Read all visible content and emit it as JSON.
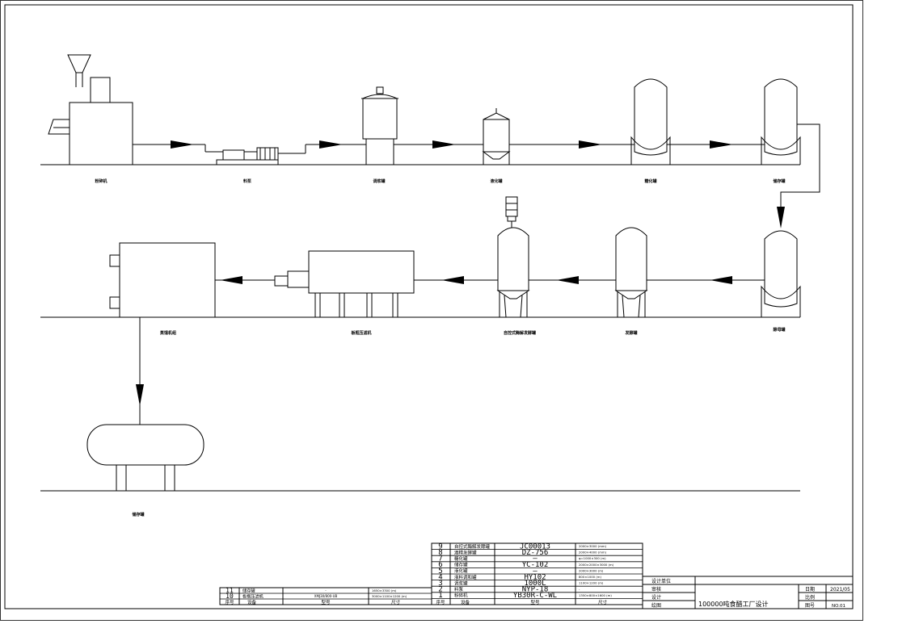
{
  "labels": {
    "crusher": "粉碎机",
    "pump": "料泵",
    "mixing_tank": "调浆罐",
    "liquefaction_tank": "液化罐",
    "saccharification_tank": "糖化罐",
    "storage_tank_1": "储存罐",
    "yeast_tank": "酵母罐",
    "fermentation_tank": "发酵罐",
    "auto_fermenter": "自控式酶解发酵罐",
    "filter_press": "板框压滤机",
    "distillation": "蒸馏机组",
    "final_tank": "储存罐"
  },
  "parts_list_right": {
    "rows": [
      {
        "no": "9",
        "name": "自控式酶解发酵罐",
        "model": "JC00013",
        "size": "2000×3000 (mm)"
      },
      {
        "no": "8",
        "name": "酒精发酵罐",
        "model": "DZ-756",
        "size": "2000×4000 (mm)"
      },
      {
        "no": "7",
        "name": "糖化罐",
        "model": "—",
        "size": "φ=1000×300 (m)"
      },
      {
        "no": "6",
        "name": "储存罐",
        "model": "YC-102",
        "size": "2000×2000×3000 (m)"
      },
      {
        "no": "5",
        "name": "液化罐",
        "model": "—",
        "size": "2000×3000 (m)"
      },
      {
        "no": "4",
        "name": "液料调和罐",
        "model": "HY102",
        "size": "800×1000 (m)"
      },
      {
        "no": "3",
        "name": "调浆罐",
        "model": "1000L",
        "size": "1100×1200 (m)"
      },
      {
        "no": "2",
        "name": "料泵",
        "model": "NYP-18",
        "size": "-"
      },
      {
        "no": "1",
        "name": "粉碎机",
        "model": "YB30R-C-WL",
        "size": "1350×800×1600 (m)"
      }
    ],
    "header": {
      "no": "序号",
      "name": "设备",
      "model": "型号",
      "size": "尺寸"
    }
  },
  "parts_list_left": {
    "rows": [
      {
        "no": "11",
        "name": "储存罐",
        "model": "-",
        "size": "1650×3300 (m)"
      },
      {
        "no": "10",
        "name": "板框压滤机",
        "model": "XMJ30/800-UB",
        "size": "3000×1100×1200 (m)"
      }
    ],
    "header": {
      "no": "序号",
      "name": "设备",
      "model": "型号",
      "size": "尺寸"
    }
  },
  "title_block": {
    "design_unit": "设计单位",
    "checked": "审核",
    "design": "设计",
    "drawing": "绘图",
    "project_title": "100000吨食醋工厂设计",
    "date_label": "日期",
    "date": "2021/05",
    "scale_label": "比例",
    "drawing_no_label": "图号",
    "drawing_no": "NO.01"
  }
}
